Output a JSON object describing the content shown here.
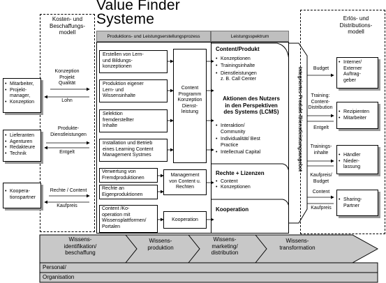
{
  "title": {
    "line1": "Value Finder",
    "line2": "Systeme"
  },
  "left_panel": {
    "title": "Kosten- und\nBeschaffungs-\nmodell",
    "boxes": [
      {
        "items": [
          "Mitarbeiter,",
          "Projekt-\nmanager,",
          "Konzeption"
        ]
      },
      {
        "items": [
          "Lieferanten",
          "Agenturen",
          "Redakteure",
          "Technik"
        ]
      },
      {
        "items": [
          "Kooperа-\ntionspartner"
        ]
      }
    ],
    "flows": [
      {
        "top": "Konzeption\nProjekt\nQualität",
        "bottom": "Lohn"
      },
      {
        "top": "Produkte-\nDienstleistungen",
        "bottom": "Entgelt"
      },
      {
        "top": "Rechte / Content",
        "bottom": "Kaufpreis"
      }
    ]
  },
  "headers": {
    "process": "Produktions- und Leistungserstellungsprozess",
    "spectrum": "Leistungsspektrum"
  },
  "process": {
    "steps": [
      "Erstellen von Lern-\nund Bildungs-\nkonzeptionen",
      "Produktion eigener\nLern-    und\nWissensinhalte",
      "Selektion\nfremderstellter\nInhalte",
      "Installation und Betrieb\neines Learning Content\nManagement Systmes"
    ],
    "content_box": "Content\nProgramm\nKonzeption\nDienst-\nleistung",
    "rights_steps": [
      "Verwertung von\nFremdproduktionen",
      "Rechte an\nEigenproduktionen"
    ],
    "rights_box": "Management\nvon Content u.\nRechten",
    "coop_step": "Content /Ko-\noperation mit\nWissensplattformen/\nPortalen",
    "coop_box": "Kooperation"
  },
  "spectrum": {
    "content_title": "Content/Produkt",
    "content_items": [
      "Konzeptionen",
      "Trainingsinhalte",
      "Dienstleistungen\nz. B. Call Center"
    ],
    "actions_title": "Aktionen des Nutzers\nin den Perspektiven\ndes Systems (LCMS)",
    "actions_items": [
      "Interaktion/\nCommunity",
      "Individualität/ Best\nPractice",
      "Intellectual Capital"
    ],
    "rights_title": "Rechte + Lizenzen",
    "rights_items": [
      "Content",
      "Konzeptionen"
    ],
    "coop_title": "Kooperation"
  },
  "integrated": "Integriertes Produkt-/Dienstleistungsangebot",
  "right_panel": {
    "title": "Erlös- und\nDistributions-\nmodell",
    "flows": [
      {
        "top": "Budget",
        "bottom": ""
      },
      {
        "top": "Training:\nContent-\nDistribution",
        "bottom": "Entgelt"
      },
      {
        "top": "Trainings-\ninhalte",
        "bottom": "Kaufpreis/\nBudget"
      },
      {
        "top": "Content",
        "bottom": "Kaufpreis"
      }
    ],
    "boxes": [
      {
        "items": [
          "Interner/\nExterner\nAuftrag-\ngeber"
        ]
      },
      {
        "items": [
          "Rezipienten",
          "Mitarbeiter"
        ]
      },
      {
        "items": [
          "Händler",
          "Nieder-\nlassung"
        ]
      },
      {
        "items": [
          "Sharing-\nPartner"
        ]
      }
    ]
  },
  "bottom": {
    "stages": [
      "Wissens-\nidentifikation/\nbeschaffung",
      "Wissens-\nproduktion",
      "Wissens-\nmarketing/\ndistribution",
      "Wissens-\ntransformation"
    ],
    "row1": "Personal/",
    "row2": "Organisation"
  },
  "colors": {
    "header_gray": "#bfbfbf",
    "band_gray": "#c8c8c8",
    "shadow": "#9a9a9a"
  }
}
